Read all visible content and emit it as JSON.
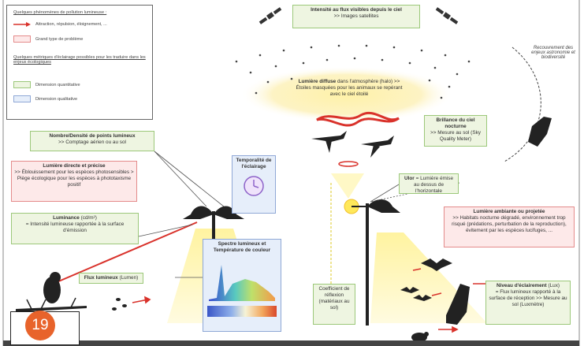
{
  "legend": {
    "heading_impacts": "Quelques phénomènes de pollution lumineuse :",
    "arrow_label": "Attraction, répulsion, éloignement, ...",
    "problem_label": "Grand type de problème",
    "heading_metrics": "Quelques métriques d'éclairage possibles pour les traduire dans les enjeux écologiques",
    "quantitative_label": "Dimension quantitative",
    "qualitative_label": "Dimension qualitative",
    "colors": {
      "pink": "#fde9e9",
      "green": "#eef5e1",
      "blue": "#e6eefa"
    }
  },
  "boxes": {
    "satellite": {
      "title": "Intensité au flux visibles depuis le ciel",
      "body": ">> Images satellites"
    },
    "diffuse": {
      "title": "Lumière diffuse",
      "body": "dans l'atmosphère (halo) >> Étoiles masquées pour les animaux se repérant avec le ciel étoilé"
    },
    "brilliance": {
      "title": "Brillance du ciel nocturne",
      "body": ">> Mesure au sol (Sky Quality Meter)"
    },
    "density": {
      "title": "Nombre/Densité de points lumineux",
      "body": ">> Comptage aérien ou au sol"
    },
    "direct": {
      "title": "Lumière directe et précise",
      "body": ">> Éblouissement pour les espèces photosensibles > Piège écologique pour les espèces à phototaxisme positif"
    },
    "temporality": {
      "title": "Temporalité de l'éclairage"
    },
    "luminance": {
      "title": "Luminance",
      "unit": "(cd/m²)",
      "body": "= Intensité lumineuse rapportée à la surface d'émission"
    },
    "spectrum": {
      "title": "Spectre lumineux et Température de couleur"
    },
    "flux": {
      "title": "Flux lumineux",
      "unit": "(Lumen)"
    },
    "ulor": {
      "title": "Ulor",
      "body": "= Lumière émise au dessus de l'horizontale"
    },
    "ambient": {
      "title": "Lumière ambiante ou projetée",
      "body": ">> Habitats nocturne dégradé, environnement trop risqué (prédations, perturbation de la reproduction), évitement par les espèces lucifuges, ..."
    },
    "reflection": {
      "title": "Coefficient de réflexion (matériaux au sol)"
    },
    "illuminance": {
      "title": "Niveau d'éclairement",
      "unit": "(Lux)",
      "body": "= Flux lumineux rapporté à la surface de réception >> Mesure au sol (Luxmètre)"
    },
    "overlap": {
      "title": "Recouvrement des enjeux astronomie et biodiversité"
    }
  },
  "figure_number": "19"
}
